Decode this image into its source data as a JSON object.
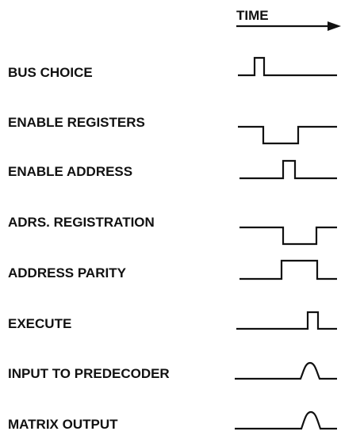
{
  "time_label": "TIME",
  "signals": [
    {
      "label": "BUS CHOICE"
    },
    {
      "label": "ENABLE REGISTERS"
    },
    {
      "label": "ENABLE ADDRESS"
    },
    {
      "label": "ADRS. REGISTRATION"
    },
    {
      "label": "ADDRESS PARITY"
    },
    {
      "label": "EXECUTE"
    },
    {
      "label": "INPUT TO PREDECODER"
    },
    {
      "label": "MATRIX OUTPUT"
    }
  ]
}
